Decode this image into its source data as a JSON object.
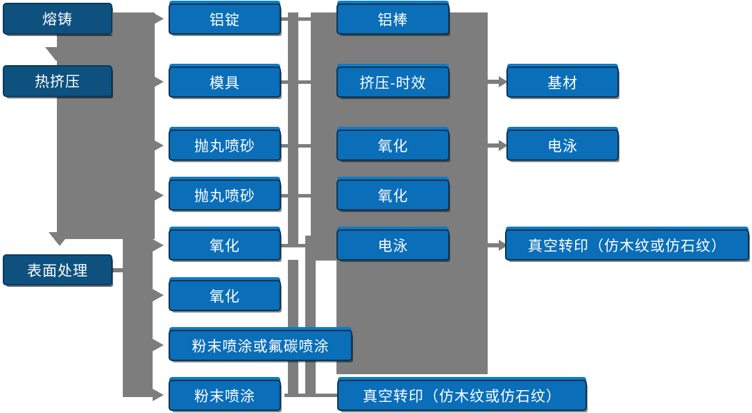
{
  "diagram": {
    "type": "flowchart",
    "description_language": "zh-CN",
    "colors": {
      "background": "#ffffff",
      "stage_box_fill": "#0e517f",
      "process_box_fill": "#0a6eb9",
      "box_border": "#10334e",
      "connector_gray": "#7d7d7d",
      "text": "#ffffff"
    },
    "columns": [
      {
        "name": "production-stages",
        "items": [
          {
            "id": "melting-casting",
            "label": "熔铸"
          },
          {
            "id": "hot-extrusion",
            "label": "热挤压"
          },
          {
            "id": "surface-treatment",
            "label": "表面处理"
          }
        ]
      },
      {
        "name": "inputs-and-treatments",
        "items": [
          {
            "id": "aluminum-ingot",
            "label": "铝锭"
          },
          {
            "id": "mold",
            "label": "模具"
          },
          {
            "id": "shot-blasting-1",
            "label": "抛丸喷砂"
          },
          {
            "id": "shot-blasting-2",
            "label": "抛丸喷砂"
          },
          {
            "id": "oxidation-1",
            "label": "氧化"
          },
          {
            "id": "oxidation-2",
            "label": "氧化"
          },
          {
            "id": "powder-or-fluorocarbon-coating",
            "label": "粉末喷涂或氟碳喷涂"
          },
          {
            "id": "powder-coating",
            "label": "粉末喷涂"
          }
        ]
      },
      {
        "name": "intermediate-processes",
        "items": [
          {
            "id": "aluminum-rod",
            "label": "铝棒"
          },
          {
            "id": "extrusion-aging",
            "label": "挤压-时效"
          },
          {
            "id": "oxidation-3",
            "label": "氧化"
          },
          {
            "id": "oxidation-4",
            "label": "氧化"
          },
          {
            "id": "electrophoresis-1",
            "label": "电泳"
          },
          {
            "id": "vacuum-transfer-print-1",
            "label": "真空转印（仿木纹或仿石纹）"
          }
        ]
      },
      {
        "name": "final-outputs",
        "items": [
          {
            "id": "base-material",
            "label": "基材"
          },
          {
            "id": "electrophoresis-2",
            "label": "电泳"
          },
          {
            "id": "vacuum-transfer-print-2",
            "label": "真空转印（仿木纹或仿石纹）"
          }
        ]
      }
    ],
    "edges": [
      "melting-casting->hot-extrusion",
      "hot-extrusion->surface-treatment",
      "melting-casting->aluminum-ingot",
      "hot-extrusion->mold",
      "hot-extrusion->shot-blasting-1",
      "hot-extrusion->shot-blasting-2",
      "hot-extrusion->oxidation-1",
      "surface-treatment->oxidation-2",
      "surface-treatment->powder-or-fluorocarbon-coating",
      "surface-treatment->powder-coating",
      "aluminum-ingot->aluminum-rod",
      "mold->extrusion-aging",
      "shot-blasting-1->oxidation-3",
      "shot-blasting-2->oxidation-4",
      "oxidation-1->electrophoresis-1",
      "powder-coating->vacuum-transfer-print-1",
      "extrusion-aging->base-material",
      "oxidation-3->electrophoresis-2",
      "electrophoresis-1->vacuum-transfer-print-2"
    ]
  }
}
